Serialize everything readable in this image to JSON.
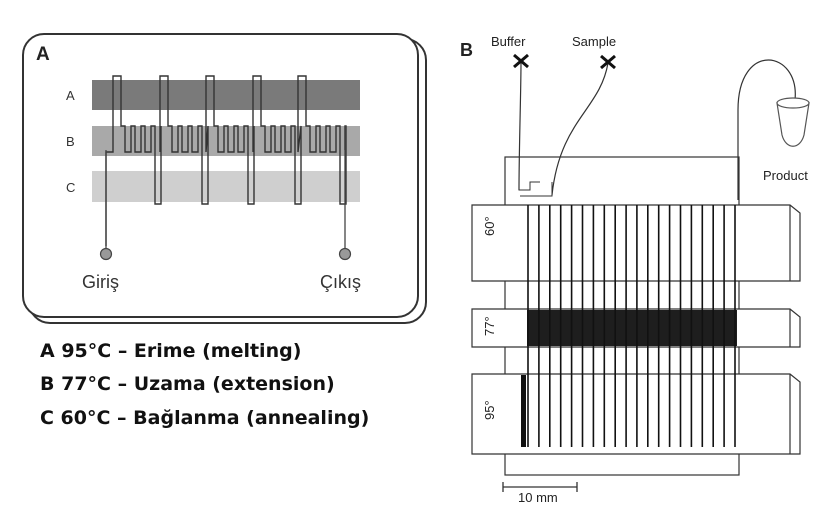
{
  "panel_a": {
    "title": "A",
    "rows": [
      "A",
      "B",
      "C"
    ],
    "inlet": "Giriş",
    "outlet": "Çıkış"
  },
  "legend": [
    "A 95°C – Erime (melting)",
    "B 77°C – Uzama (extension)",
    "C 60°C – Bağlanma (annealing)"
  ],
  "panel_b": {
    "title": "B",
    "buffer": "Buffer",
    "sample": "Sample",
    "product": "Product",
    "temps": [
      "60°",
      "77°",
      "95°"
    ],
    "scale": "10 mm"
  }
}
